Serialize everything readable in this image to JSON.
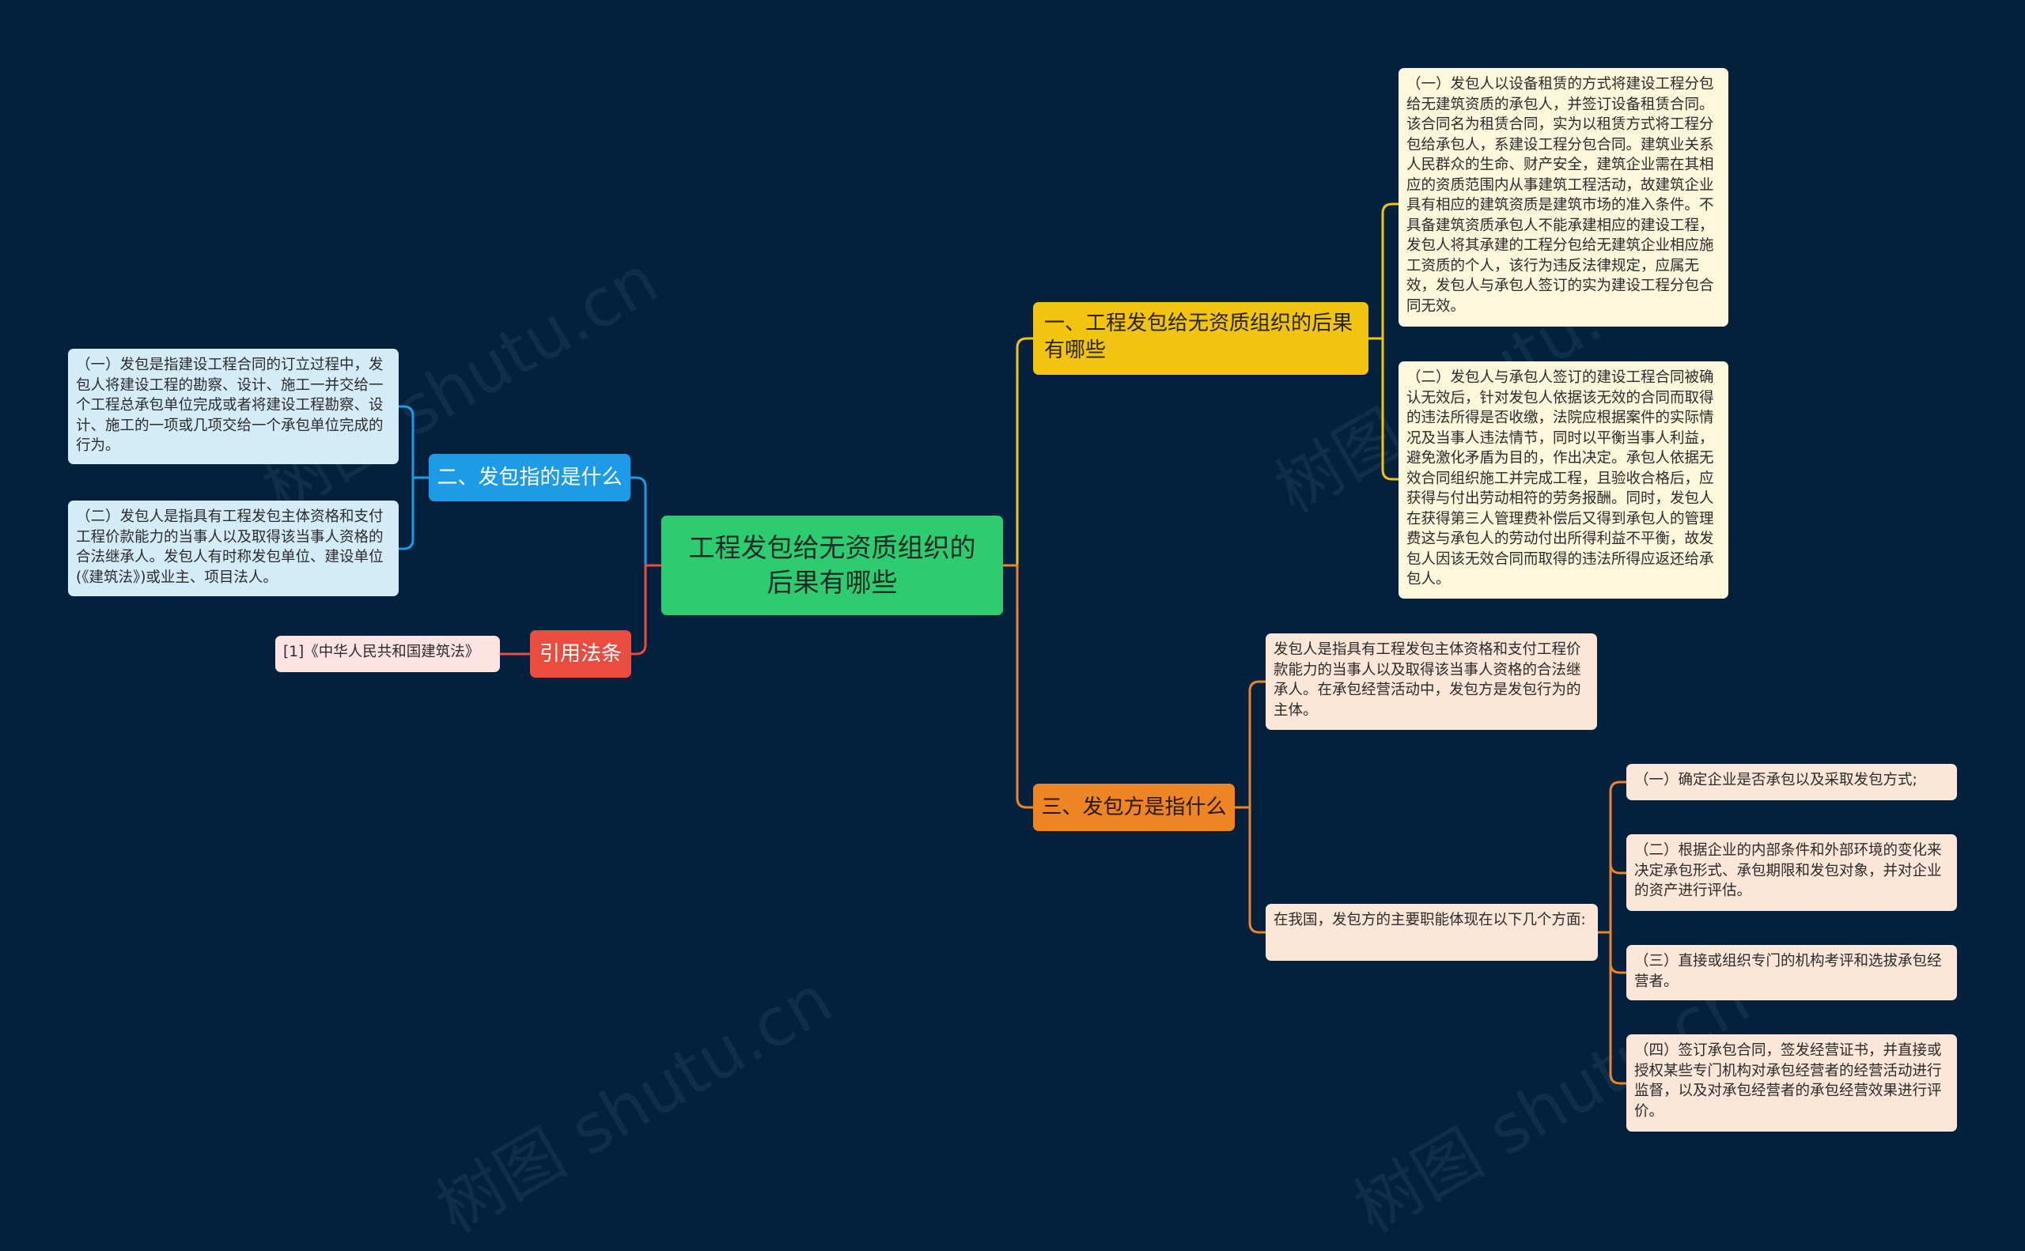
{
  "watermark": "树图 shutu.cn",
  "root": {
    "text": "工程发包给无资质组织的后果有哪些"
  },
  "branch1": {
    "title": "一、工程发包给无资质组织的后果有哪些",
    "details": [
      "（一）发包人以设备租赁的方式将建设工程分包给无建筑资质的承包人，并签订设备租赁合同。该合同名为租赁合同，实为以租赁方式将工程分包给承包人，系建设工程分包合同。建筑业关系人民群众的生命、财产安全，建筑企业需在其相应的资质范围内从事建筑工程活动，故建筑企业具有相应的建筑资质是建筑市场的准入条件。不具备建筑资质承包人不能承建相应的建设工程，发包人将其承建的工程分包给无建筑企业相应施工资质的个人，该行为违反法律规定，应属无效，发包人与承包人签订的实为建设工程分包合同无效。",
      "（二）发包人与承包人签订的建设工程合同被确认无效后，针对发包人依据该无效的合同而取得的违法所得是否收缴，法院应根据案件的实际情况及当事人违法情节，同时以平衡当事人利益，避免激化矛盾为目的，作出决定。承包人依据无效合同组织施工并完成工程，且验收合格后，应获得与付出劳动相符的劳务报酬。同时，发包人在获得第三人管理费补偿后又得到承包人的管理费这与承包人的劳动付出所得利益不平衡，故发包人因该无效合同而取得的违法所得应返还给承包人。"
    ]
  },
  "branch2": {
    "title": "二、发包指的是什么",
    "details": [
      "（一）发包是指建设工程合同的订立过程中，发包人将建设工程的勘察、设计、施工一并交给一个工程总承包单位完成或者将建设工程勘察、设计、施工的一项或几项交给一个承包单位完成的行为。",
      "（二）发包人是指具有工程发包主体资格和支付工程价款能力的当事人以及取得该当事人资格的合法继承人。发包人有时称发包单位、建设单位(《建筑法》)或业主、项目法人。"
    ]
  },
  "branch3": {
    "title": "三、发包方是指什么",
    "definition": "发包人是指具有工程发包主体资格和支付工程价款能力的当事人以及取得该当事人资格的合法继承人。在承包经营活动中，发包方是发包行为的主体。",
    "functions_intro": "在我国，发包方的主要职能体现在以下几个方面:",
    "functions": [
      "（一）确定企业是否承包以及采取发包方式;",
      "（二）根据企业的内部条件和外部环境的变化来决定承包形式、承包期限和发包对象，并对企业的资产进行评估。",
      "（三）直接或组织专门的机构考评和选拔承包经营者。",
      "（四）签订承包合同，签发经营证书，并直接或授权某些专门机构对承包经营者的经营活动进行监督，以及对承包经营者的承包经营效果进行评价。"
    ]
  },
  "branch4": {
    "title": "引用法条",
    "refs": [
      "[1]《中华人民共和国建筑法》"
    ]
  },
  "colors": {
    "background": "#03203d",
    "root": "#2ecc71",
    "branch1": "#f1c40f",
    "branch2": "#1e9be6",
    "branch3": "#ed8524",
    "branch4": "#ea4d3f"
  }
}
